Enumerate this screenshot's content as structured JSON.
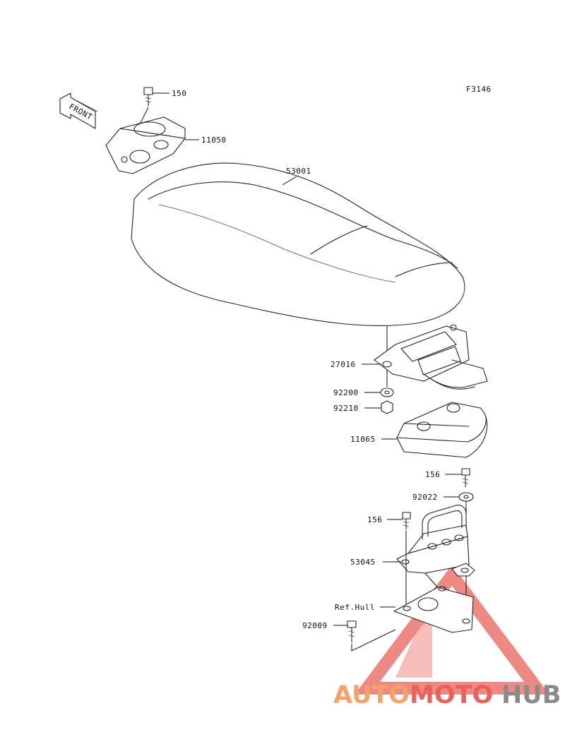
{
  "figure_code": "F3146",
  "front_arrow_label": "FRONT",
  "parts": {
    "p150": "150",
    "p11050": "11050",
    "p53001": "53001",
    "p27016": "27016",
    "p92200": "92200",
    "p92210": "92210",
    "p11065": "11065",
    "p156a": "156",
    "p92022": "92022",
    "p156b": "156",
    "p53045": "53045",
    "ref_hull": "Ref.Hull",
    "p92009": "92009"
  },
  "watermark": {
    "part1": "AUTO",
    "part2": "MOTO",
    "part3": "HUB",
    "colors": {
      "orange": "#f4a26a",
      "red": "#e8615a",
      "gray": "#8a8a8a"
    }
  }
}
